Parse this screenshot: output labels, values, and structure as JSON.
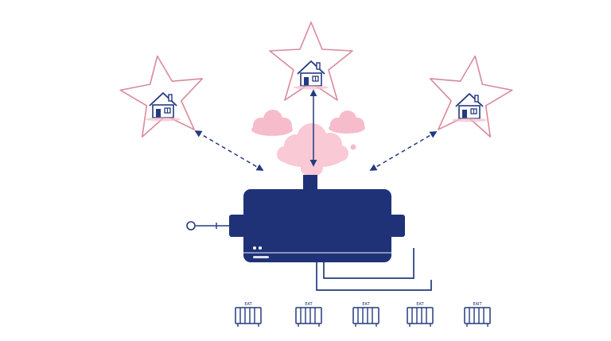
{
  "colors": {
    "navy": "#1f3278",
    "stroke": "#243a80",
    "star_outline": "#d98a9a",
    "cloud_pink": "#f6bccb",
    "background": "#ffffff"
  },
  "icons": {
    "house": "house-icon",
    "star": "star-outline",
    "cloud": "cloud-icon",
    "radiator": "radiator-icon",
    "unit": "boiler-unit",
    "cable": "cable-plug-icon"
  },
  "radiators": [
    {
      "label": "EAT"
    },
    {
      "label": "EAT"
    },
    {
      "label": "EAT"
    },
    {
      "label": "EAT"
    },
    {
      "label": "EAIT"
    }
  ]
}
